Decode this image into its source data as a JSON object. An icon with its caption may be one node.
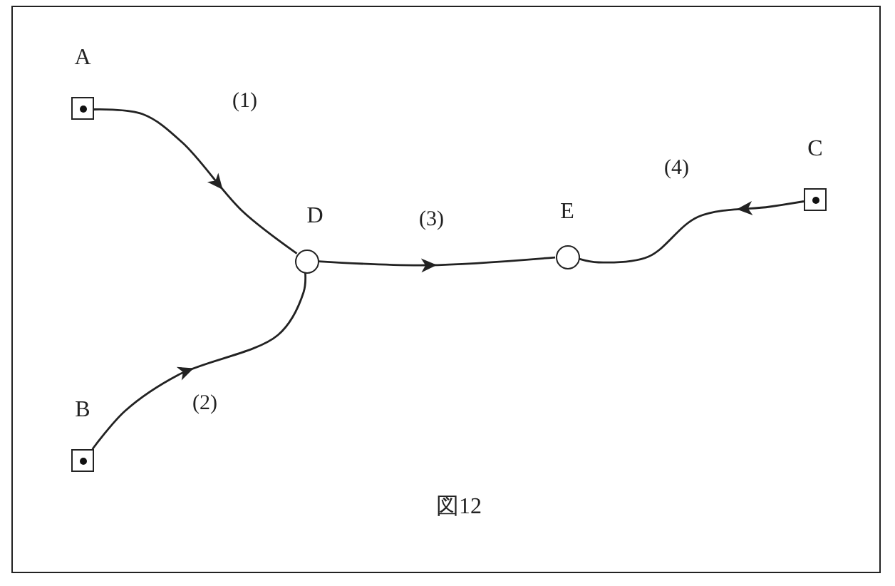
{
  "diagram": {
    "caption": "図12",
    "nodes": [
      {
        "text": [
          "A"
        ]
      },
      {
        "text": [
          "B"
        ]
      },
      {
        "text": [
          "C"
        ]
      },
      {
        "text": [
          "D"
        ]
      },
      {
        "text": [
          "E"
        ]
      }
    ],
    "edges": [
      {
        "from": 0,
        "to": 3,
        "arrow": "to",
        "label": "(1)"
      },
      {
        "from": 1,
        "to": 3,
        "arrow": "to",
        "label": "(2)"
      },
      {
        "from": 3,
        "to": 4,
        "arrow": "to",
        "label": "(3)"
      },
      {
        "from": 2,
        "to": 4,
        "arrow": "to",
        "label": "(4)"
      }
    ]
  }
}
